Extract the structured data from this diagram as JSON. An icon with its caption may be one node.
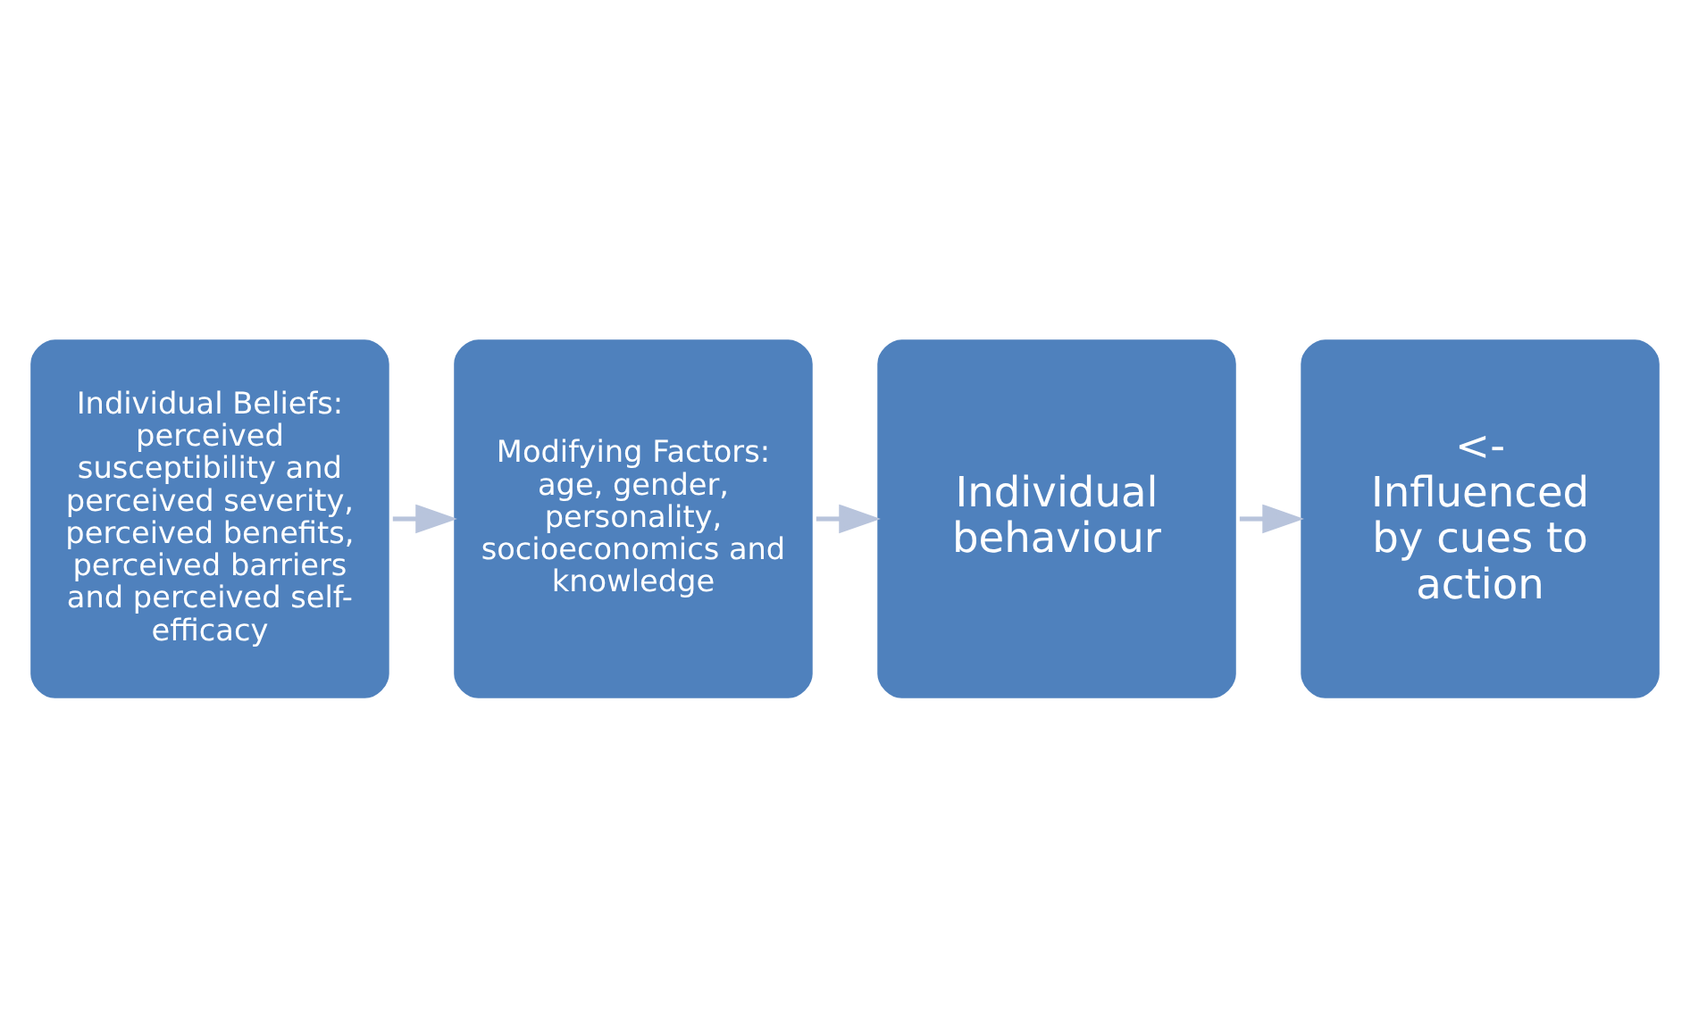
{
  "diagram": {
    "nodes": [
      {
        "text": [
          "Individual Beliefs: perceived susceptibility and perceived severity, perceived benefits, perceived barriers and perceived self-efficacy"
        ]
      },
      {
        "text": [
          "Modifying Factors: age, gender, personality, socioeconomics and knowledge"
        ]
      },
      {
        "text": [
          "Individual behaviour"
        ]
      },
      {
        "text": [
          "<- Influenced by cues to action"
        ]
      }
    ],
    "edges": [
      {
        "from": 0,
        "to": 1,
        "arrow": "to"
      },
      {
        "from": 1,
        "to": 2,
        "arrow": "to"
      },
      {
        "from": 2,
        "to": 3,
        "arrow": "to"
      }
    ]
  }
}
